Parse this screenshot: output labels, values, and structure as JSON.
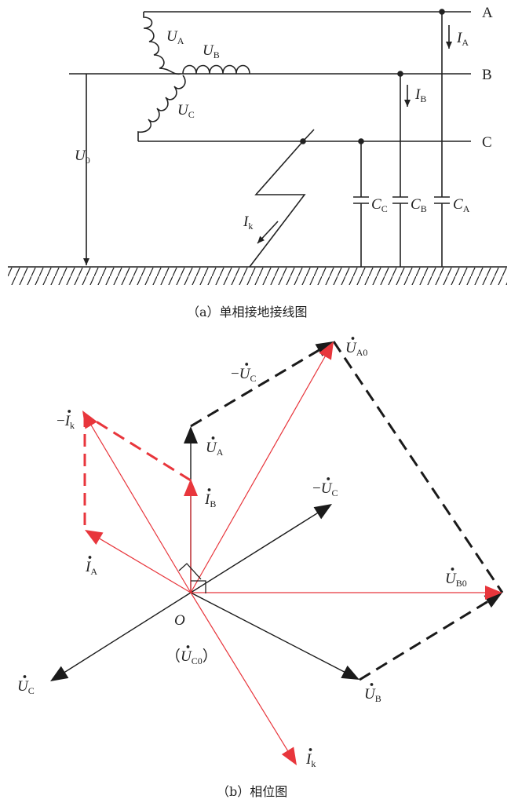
{
  "circuit": {
    "buses": [
      "A",
      "B",
      "C"
    ],
    "winding_labels": {
      "ua": {
        "base": "U",
        "sub": "A"
      },
      "ub": {
        "base": "U",
        "sub": "B"
      },
      "uc": {
        "base": "U",
        "sub": "C"
      }
    },
    "currents": {
      "ia": {
        "base": "I",
        "sub": "A"
      },
      "ib": {
        "base": "I",
        "sub": "B"
      },
      "ik": {
        "base": "I",
        "sub": "k"
      }
    },
    "u0": {
      "base": "U",
      "sub": "0"
    },
    "capacitors": [
      {
        "base": "C",
        "sub": "C"
      },
      {
        "base": "C",
        "sub": "B"
      },
      {
        "base": "C",
        "sub": "A"
      }
    ],
    "caption": "（a）单相接地接线图"
  },
  "phasor": {
    "origin_label": "O",
    "uc0_label": {
      "open": "（",
      "base": "U",
      "sub": "C0",
      "close": "）"
    },
    "vectors": {
      "ua": {
        "prefix": "",
        "base": "U",
        "sub": "A"
      },
      "ub": {
        "prefix": "",
        "base": "U",
        "sub": "B"
      },
      "uc": {
        "prefix": "",
        "base": "U",
        "sub": "C"
      },
      "neg_uc": {
        "prefix": "−",
        "base": "U",
        "sub": "C"
      },
      "neg_uc_top": {
        "prefix": "−",
        "base": "U",
        "sub": "C"
      },
      "ua0": {
        "prefix": "",
        "base": "U",
        "sub": "A0"
      },
      "ub0": {
        "prefix": "",
        "base": "U",
        "sub": "B0"
      },
      "ia": {
        "prefix": "",
        "base": "I",
        "sub": "A"
      },
      "ib": {
        "prefix": "",
        "base": "I",
        "sub": "B"
      },
      "ik": {
        "prefix": "",
        "base": "I",
        "sub": "k"
      },
      "neg_ik": {
        "prefix": "−",
        "base": "I",
        "sub": "k"
      }
    },
    "caption": "（b）相位图"
  },
  "colors": {
    "black": "#1a1a1a",
    "red": "#e8363c"
  }
}
